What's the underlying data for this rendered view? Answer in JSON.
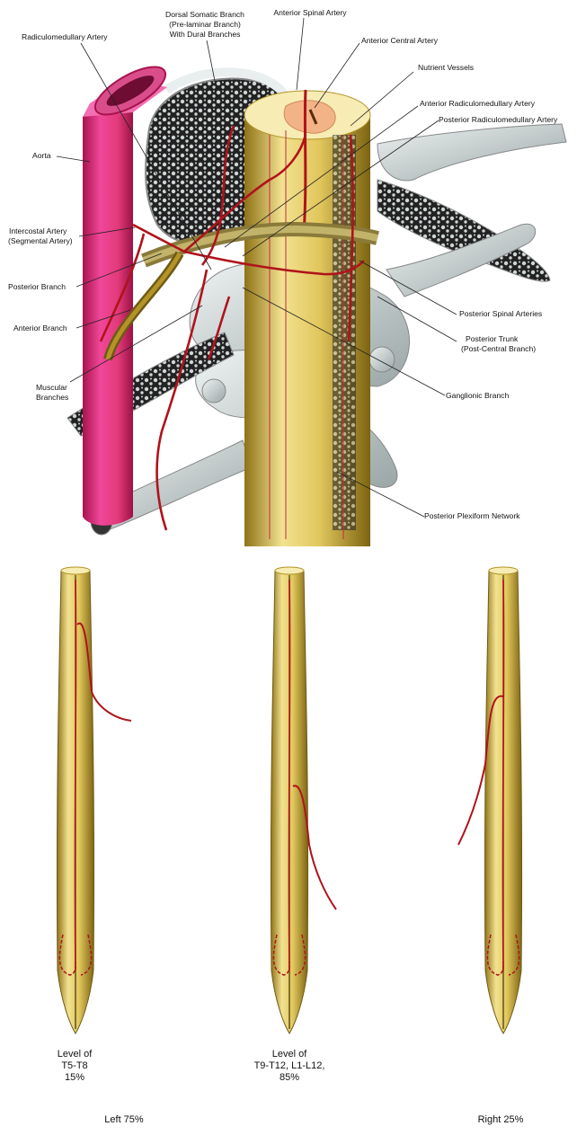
{
  "labels": {
    "dorsal_somatic": [
      "Dorsal Somatic Branch",
      "(Pre-laminar Branch)",
      "With Dural Branches"
    ],
    "anterior_spinal": "Anterior Spinal Artery",
    "radiculomedullary": "Radiculomedullary Artery",
    "anterior_central": "Anterior Central Artery",
    "nutrient": "Nutrient Vessels",
    "ant_radiculomedullary": "Anterior Radiculomedullary Artery",
    "post_radiculomedullary": "Posterior Radiculomedullary Artery",
    "aorta": "Aorta",
    "intercostal": [
      "Intercostal Artery",
      "(Segmental Artery)"
    ],
    "posterior_branch": "Posterior Branch",
    "anterior_branch": "Anterior Branch",
    "posterior_spinal": "Posterior Spinal Arteries",
    "posterior_trunk": [
      "Posterior Trunk",
      "(Post-Central Branch)"
    ],
    "muscular": [
      "Muscular",
      "Branches"
    ],
    "ganglionic": "Ganglionic Branch",
    "plexiform": "Posterior Plexiform Network"
  },
  "captions": {
    "left_level": [
      "Level of",
      "T5-T8",
      "15%"
    ],
    "middle_level": [
      "Level of",
      "T9-T12, L1-L12,",
      "85%"
    ],
    "left_pct": "Left 75%",
    "right_pct": "Right 25%"
  },
  "colors": {
    "aorta": "#e23a7a",
    "cord": "#e6cf67",
    "cord_dark": "#b39428",
    "artery": "#b0131b",
    "bone": "#cfd6d6",
    "bone_dark": "#1e1e1e"
  }
}
